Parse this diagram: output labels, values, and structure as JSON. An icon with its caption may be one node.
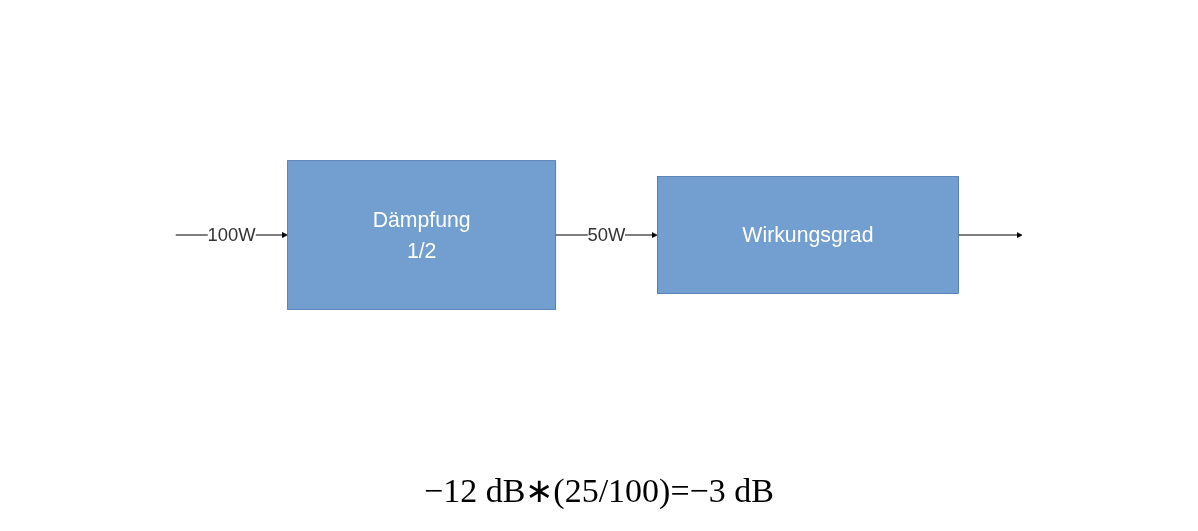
{
  "diagram": {
    "nodes": [
      {
        "text": [
          "Dämpfung",
          "1/2"
        ]
      },
      {
        "text": [
          "Wirkungsgrad"
        ]
      }
    ],
    "edges": [
      {
        "from": null,
        "to": 0,
        "arrow": "to",
        "label": "100W"
      },
      {
        "from": 0,
        "to": 1,
        "arrow": "to",
        "label": "50W"
      },
      {
        "from": 1,
        "to": null,
        "arrow": "to"
      }
    ],
    "labels": [
      "−12 dB∗(25/100)=−3 dB"
    ]
  }
}
